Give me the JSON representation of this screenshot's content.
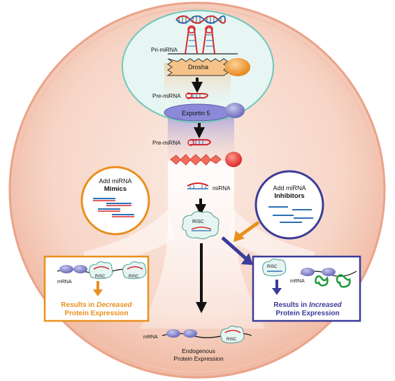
{
  "labels": {
    "pri_mirna": "Pri-miRNA",
    "drosha": "Drosha",
    "pre_mirna_nucleus": "Pre-miRNA",
    "exportin": "Exportin 5",
    "pre_mirna_cytoplasm": "Pre-miRNA",
    "mirna": "miRNA",
    "risc_center": "RISC",
    "risc_left": "RISC",
    "risc_right_box": "RISC",
    "risc_bottom": "RISC",
    "mrna_left": "mRNA",
    "mrna_right": "mRNA",
    "mrna_bottom": "mRNA"
  },
  "mimics": {
    "line1": "Add miRNA",
    "line2": "Mimics"
  },
  "inhibitors": {
    "line1": "Add miRNA",
    "line2": "Inhibitors"
  },
  "decreased": {
    "line1_prefix": "Results in ",
    "line1_emph": "Decreased",
    "line2": "Protein Expression"
  },
  "increased": {
    "line1_prefix": "Results in ",
    "line1_emph": "Increased",
    "line2": "Protein Expression"
  },
  "endogenous": {
    "line1": "Endogenous",
    "line2": "Protein Expression"
  },
  "colors": {
    "cell_fill": "#f6d3c3",
    "cell_stroke": "#eaa38a",
    "nucleus_fill": "#e6f5f2",
    "nucleus_stroke": "#6fc7bb",
    "orange": "#e8901e",
    "blue": "#3b3b9a",
    "red_strand": "#d8262a",
    "blue_strand": "#2d6fb5",
    "green_protein": "#1a9a3a"
  }
}
